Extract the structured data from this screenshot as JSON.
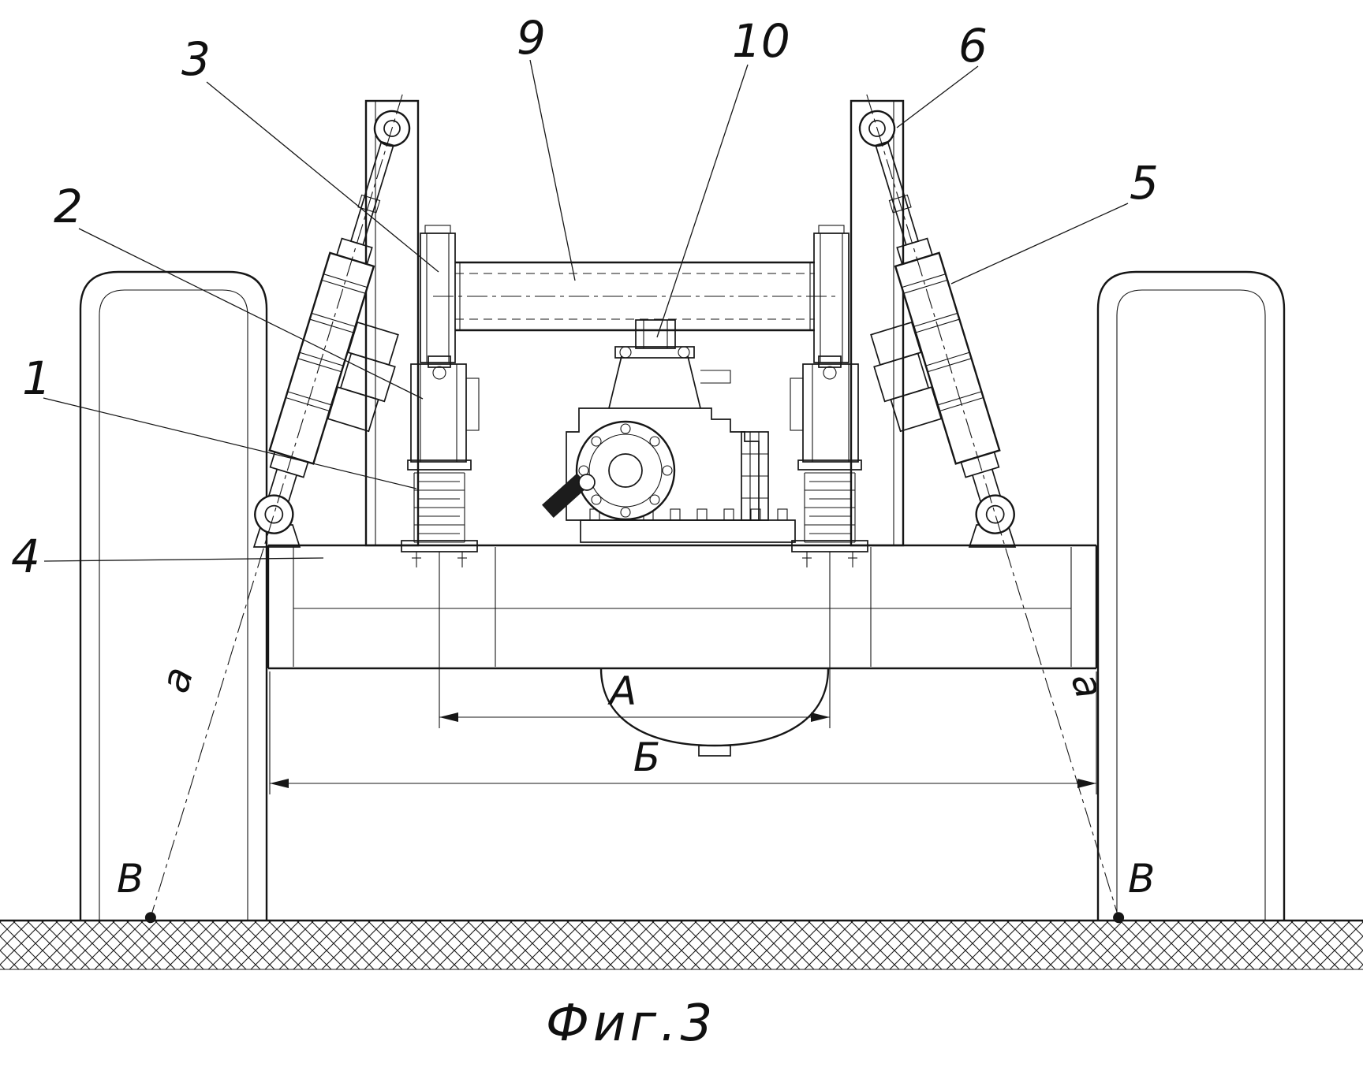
{
  "figure": {
    "caption": "Фиг.3",
    "callouts": {
      "c1": "1",
      "c2": "2",
      "c3": "3",
      "c4": "4",
      "c5": "5",
      "c6": "6",
      "c9": "9",
      "c10": "10"
    },
    "dims": {
      "inner": "А",
      "outer": "Б"
    },
    "axis_label": "а",
    "ground_point_label": "В"
  }
}
